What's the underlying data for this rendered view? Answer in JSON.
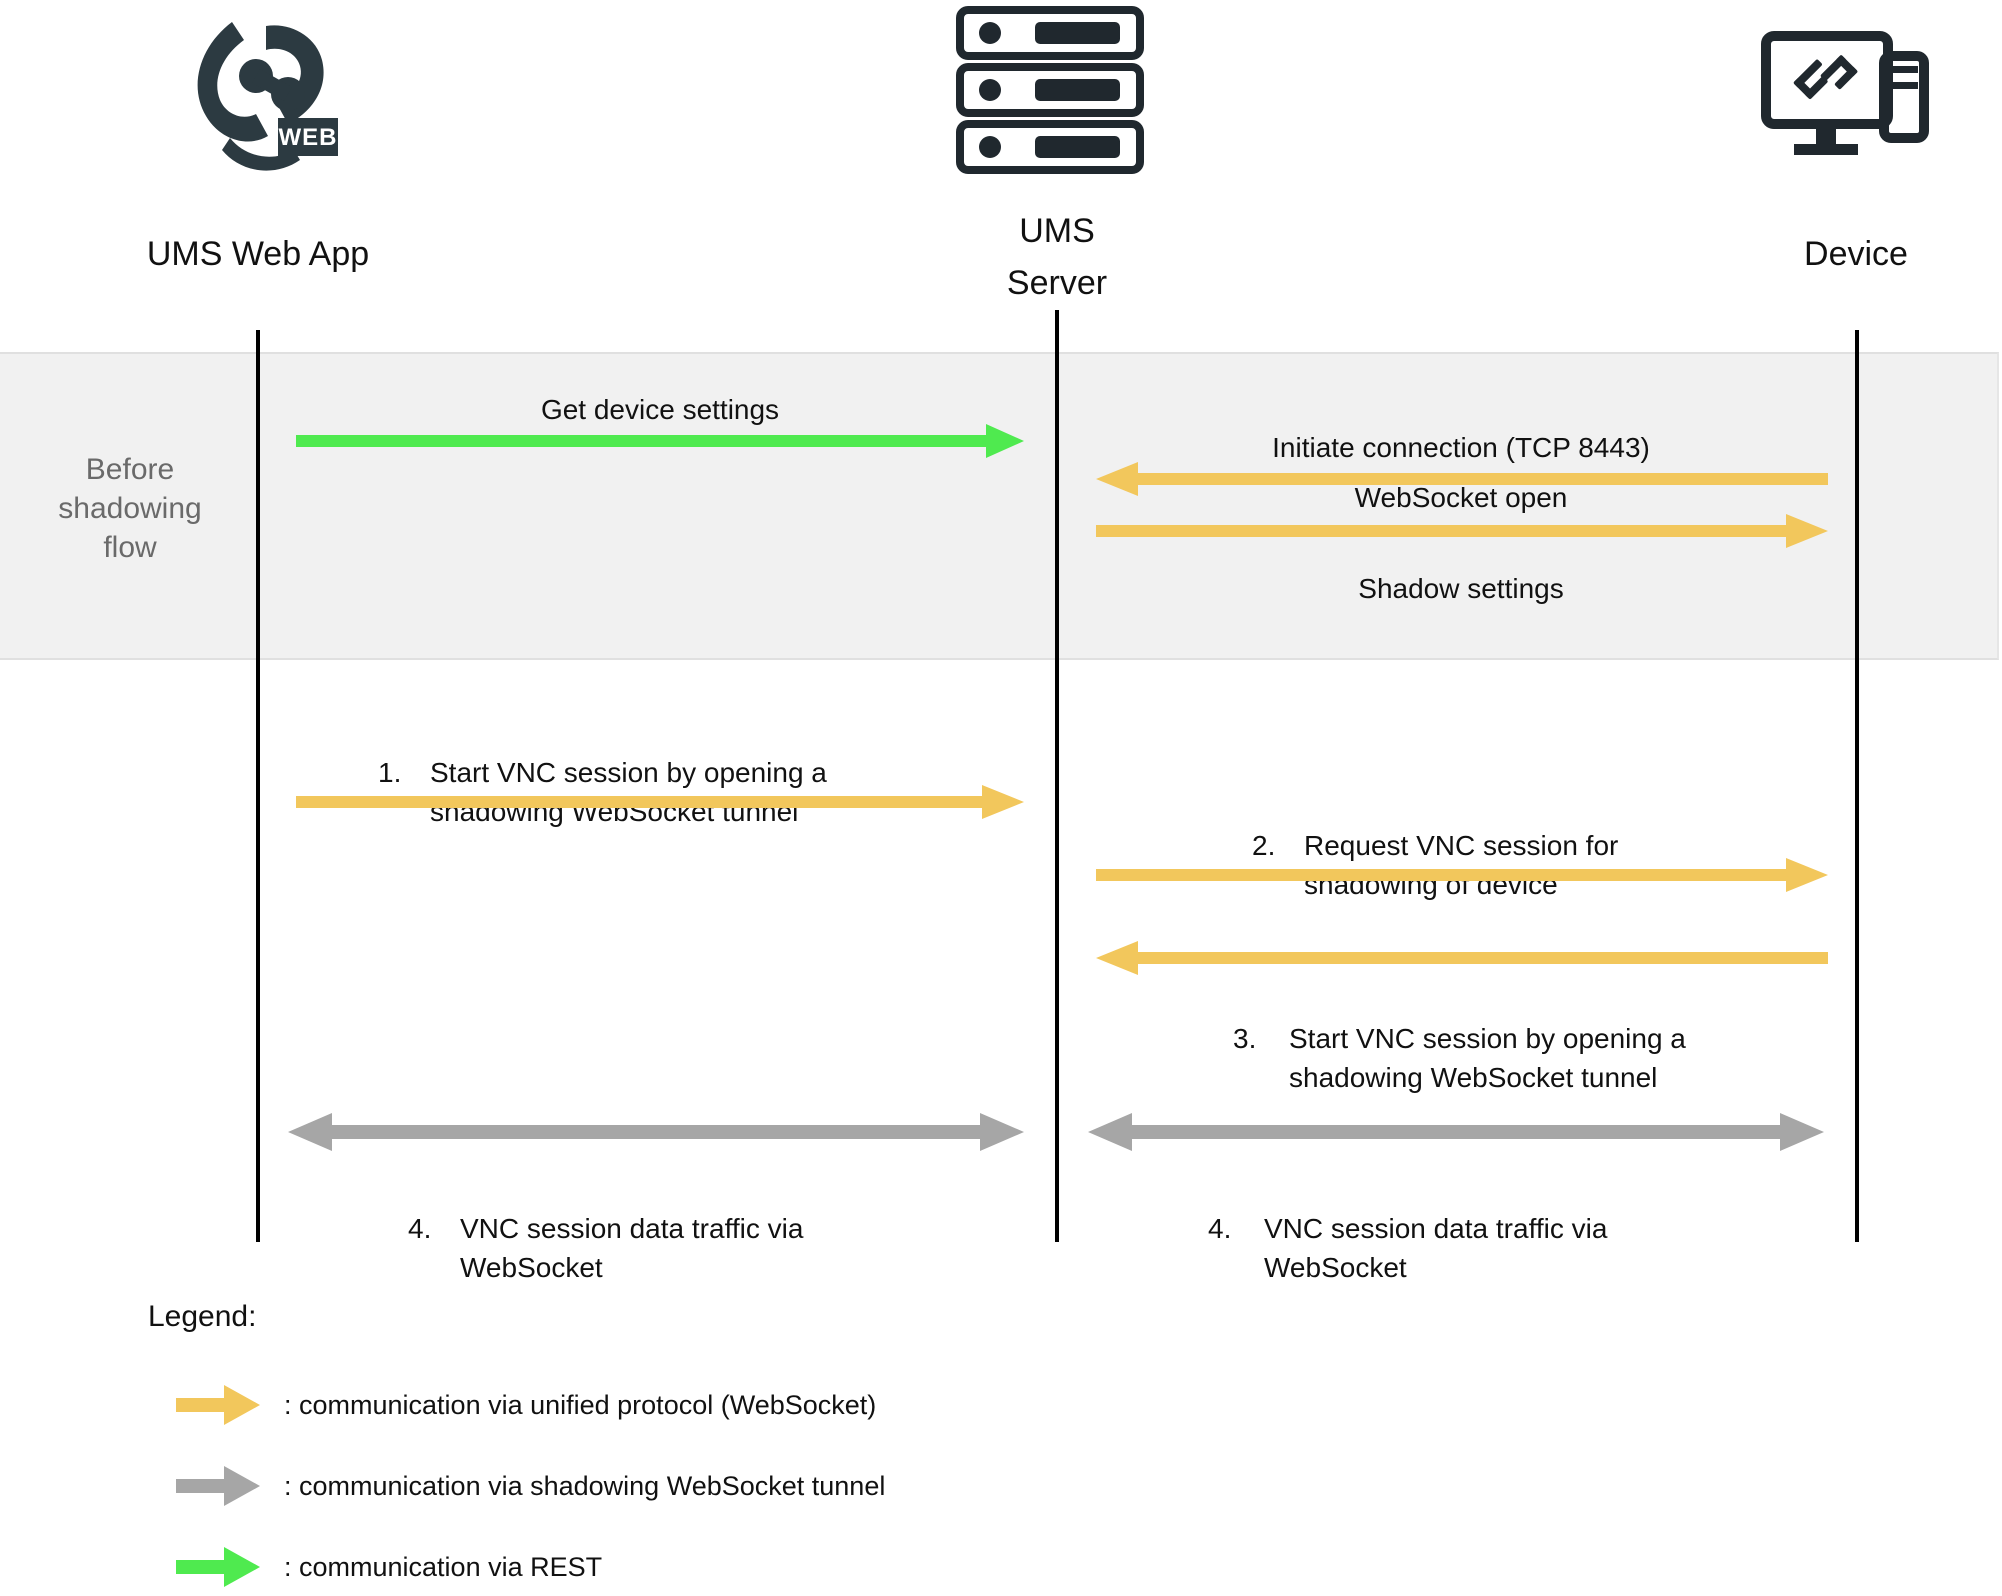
{
  "diagram": {
    "title_hidden": "",
    "colors": {
      "rest_green": "#4FEA4F",
      "websocket_yellow": "#F2C75C",
      "tunnel_gray": "#A6A6A6",
      "lifeline_black": "#000000",
      "band_background": "#F1F1F1",
      "icon_dark": "#2C3A41"
    }
  },
  "actors": [
    {
      "id": "ums-web-app",
      "label": "UMS Web App",
      "icon": "ums-web-app-logo-icon"
    },
    {
      "id": "ums-server",
      "label": "UMS\nServer",
      "icon": "server-rack-icon"
    },
    {
      "id": "device",
      "label": "Device",
      "icon": "desktop-computer-icon"
    }
  ],
  "phase": {
    "label": "Before\nshadowing\nflow"
  },
  "messages": [
    {
      "id": "get-device-settings",
      "text": "Get device settings",
      "kind": "rest",
      "direction": "right"
    },
    {
      "id": "initiate-connection",
      "text": "Initiate connection (TCP 8443)",
      "kind": "websocket",
      "direction": "left"
    },
    {
      "id": "websocket-open",
      "text": "WebSocket open",
      "kind": "websocket",
      "direction": "right"
    },
    {
      "id": "shadow-settings",
      "text": "Shadow settings",
      "kind": "websocket",
      "direction": "right"
    },
    {
      "id": "step-1",
      "number": "1.",
      "text": "Start VNC session by opening a\nshadowing WebSocket tunnel",
      "kind": "websocket",
      "direction": "right"
    },
    {
      "id": "step-2",
      "number": "2.",
      "text": "Request VNC session for\nshadowing of device",
      "kind": "websocket",
      "direction": "right"
    },
    {
      "id": "step-3",
      "number": "3.",
      "text": "Start VNC session by opening a\nshadowing WebSocket tunnel",
      "kind": "websocket",
      "direction": "left"
    },
    {
      "id": "step-4-left",
      "number": "4.",
      "text": "VNC session data traffic via\nWebSocket",
      "kind": "tunnel",
      "direction": "both"
    },
    {
      "id": "step-4-right",
      "number": "4.",
      "text": "VNC session data traffic via\nWebSocket",
      "kind": "tunnel",
      "direction": "both"
    }
  ],
  "legend": {
    "title": "Legend:",
    "items": [
      {
        "id": "legend-websocket",
        "icon": "arrow-right-icon",
        "color": "#F2C75C",
        "text": ": communication via unified protocol (WebSocket)"
      },
      {
        "id": "legend-tunnel",
        "icon": "arrow-right-icon",
        "color": "#A6A6A6",
        "text": ": communication via shadowing WebSocket tunnel"
      },
      {
        "id": "legend-rest",
        "icon": "arrow-right-icon",
        "color": "#4FEA4F",
        "text": ": communication via REST"
      }
    ]
  }
}
